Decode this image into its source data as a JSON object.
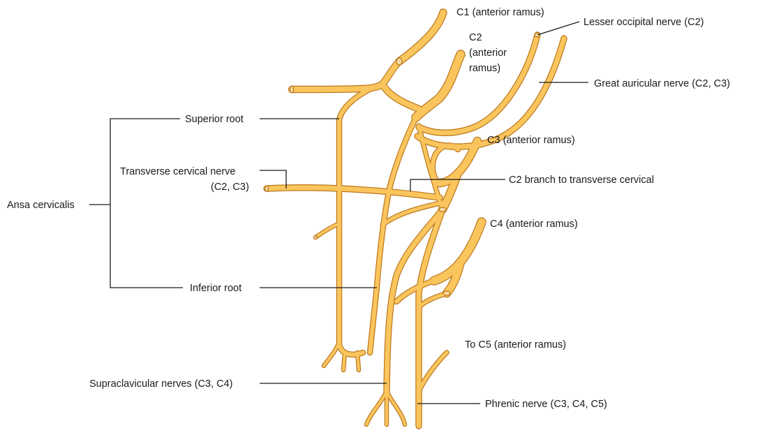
{
  "labels": {
    "c1": "C1 (anterior ramus)",
    "lesser_occipital": "Lesser occipital nerve (C2)",
    "c2_line1": "C2",
    "c2_line2": "(anterior",
    "c2_line3": "ramus)",
    "great_auricular": "Great auricular nerve (C2, C3)",
    "superior_root": "Superior root",
    "c3": "C3 (anterior ramus)",
    "transverse_line1": "Transverse cervical nerve",
    "transverse_line2": "(C2, C3)",
    "c2_branch": "C2 branch to transverse cervical",
    "ansa": "Ansa cervicalis",
    "c4": "C4 (anterior ramus)",
    "inferior_root": "Inferior root",
    "to_c5": "To C5 (anterior ramus)",
    "supraclavicular": "Supraclavicular nerves (C3, C4)",
    "phrenic": "Phrenic nerve (C3, C4, C5)"
  },
  "colors": {
    "nerve_fill": "#fbc55d",
    "nerve_outline": "#b9761a",
    "leader_line": "#1a1a1a"
  }
}
